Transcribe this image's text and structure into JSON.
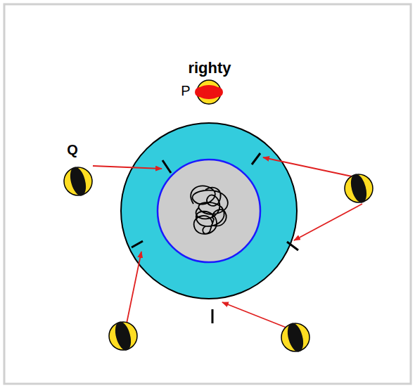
{
  "diagram": {
    "labels": [
      "righty",
      "P",
      "Q"
    ]
  }
}
